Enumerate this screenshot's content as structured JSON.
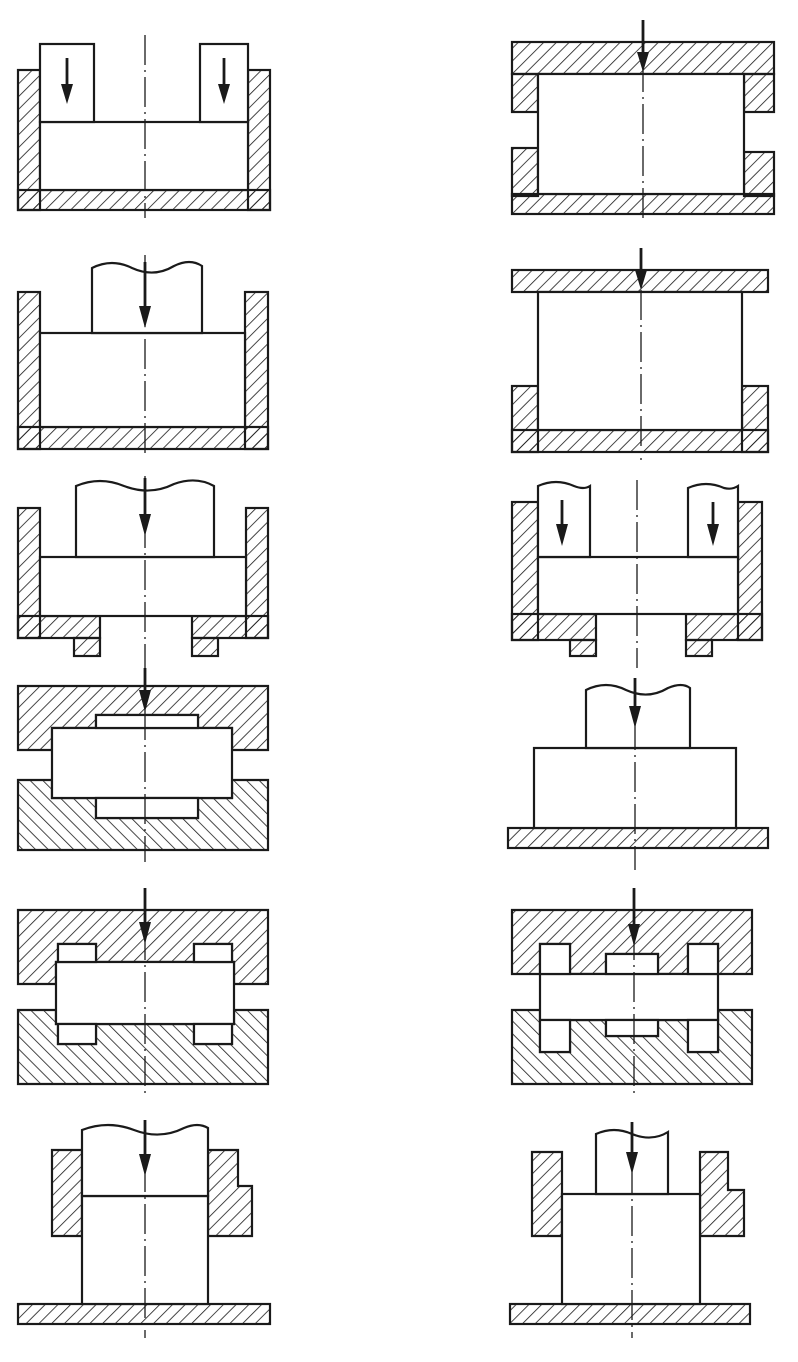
{
  "figure": {
    "kind": "line-drawing",
    "panel_count": 12,
    "panels": [
      {
        "id": "p1",
        "column": "left",
        "row": 1,
        "symbol": "dual-punch-closed-die"
      },
      {
        "id": "p2",
        "column": "right",
        "row": 1,
        "symbol": "flush-punch-closed-die"
      },
      {
        "id": "p3",
        "column": "left",
        "row": 2,
        "symbol": "single-punch-closed-die"
      },
      {
        "id": "p4",
        "column": "right",
        "row": 2,
        "symbol": "plate-punch-closed-die"
      },
      {
        "id": "p5",
        "column": "left",
        "row": 3,
        "symbol": "wide-punch-die-with-ejectors"
      },
      {
        "id": "p6",
        "column": "right",
        "row": 3,
        "symbol": "dual-punch-die-with-ejectors"
      },
      {
        "id": "p7",
        "column": "left",
        "row": 4,
        "symbol": "upper-lower-dies-with-bosses"
      },
      {
        "id": "p8",
        "column": "right",
        "row": 4,
        "symbol": "punch-on-flat-base"
      },
      {
        "id": "p9",
        "column": "left",
        "row": 5,
        "symbol": "upper-lower-dies-with-four-lugs"
      },
      {
        "id": "p10",
        "column": "right",
        "row": 5,
        "symbol": "upper-lower-dies-with-six-lugs"
      },
      {
        "id": "p11",
        "column": "left",
        "row": 6,
        "symbol": "punch-in-guide-on-base"
      },
      {
        "id": "p12",
        "column": "right",
        "row": 6,
        "symbol": "narrow-punch-in-guide-on-base"
      }
    ],
    "colors": {
      "ink": "#1a1a1a",
      "paper": "#ffffff"
    }
  }
}
